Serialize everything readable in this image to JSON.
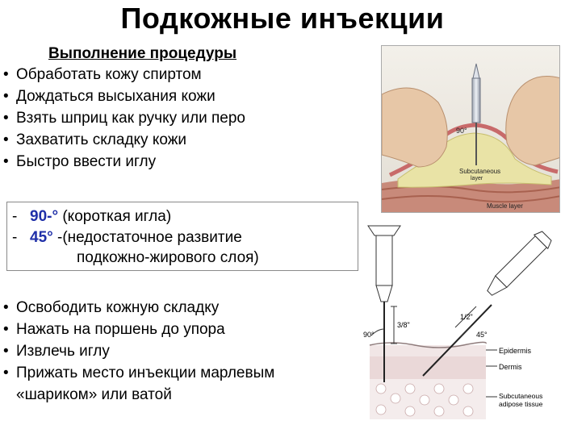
{
  "title": "Подкожные инъекции",
  "subtitle": "Выполнение процедуры",
  "steps_before": [
    "Обработать кожу спиртом",
    "Дождаться высыхания кожи",
    "Взять шприц как ручку или перо",
    "Захватить складку кожи",
    "Быстро ввести иглу"
  ],
  "angles": {
    "row1_deg": "90-°",
    "row1_text": " (короткая игла)",
    "row2_deg": "45°",
    "row2_text": " -(недостаточное развитие",
    "row3_text": "подкожно-жирового слоя)"
  },
  "steps_after": [
    "Освободить кожную складку",
    "Нажать на поршень до упора",
    "Извлечь иглу",
    "Прижать место инъекции марлевым «шариком» или ватой"
  ],
  "photo_labels": {
    "angle": "90°",
    "subcutaneous": "Subcutaneous",
    "subcutaneous2": "layer",
    "muscle": "Muscle layer"
  },
  "diagram_labels": {
    "angle_vertical": "90°",
    "depth_vertical": "3/8\"",
    "depth_angled": "1/2\"",
    "angle_angled": "45°",
    "epidermis": "Epidermis",
    "dermis": "Dermis",
    "subcutaneous": "Subcutaneous",
    "adipose": "adipose tissue"
  }
}
